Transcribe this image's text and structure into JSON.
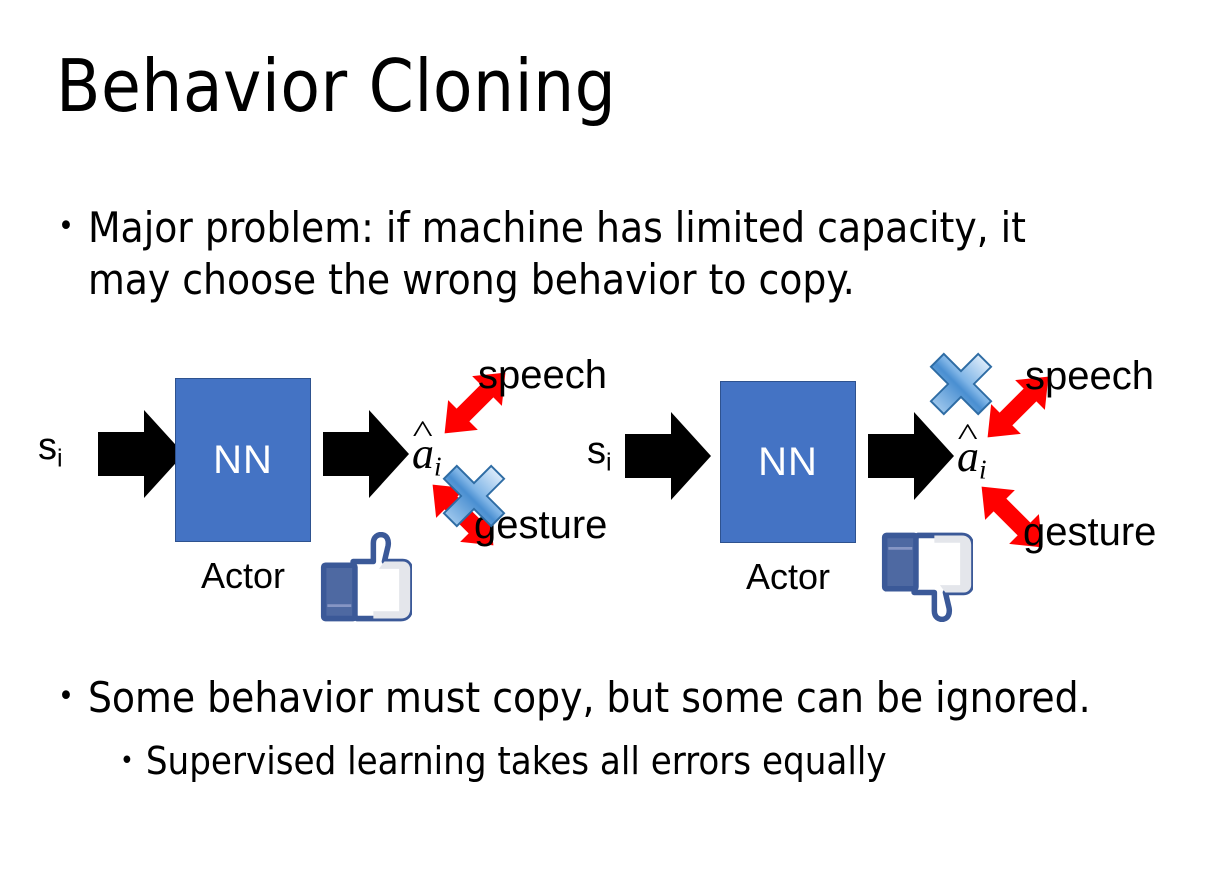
{
  "slide": {
    "title": "Behavior Cloning",
    "background_color": "#FFFFFF"
  },
  "bullets": {
    "top": {
      "marker": "•",
      "text": "Major problem: if machine has limited capacity, it may choose the wrong behavior to copy."
    },
    "bottom": [
      {
        "marker": "•",
        "level": 1,
        "text": "Some behavior must copy, but some can be ignored."
      },
      {
        "marker": "•",
        "level": 2,
        "text": "Supervised learning takes all errors equally"
      }
    ]
  },
  "colors": {
    "nn_box_fill": "#4473C4",
    "nn_box_border": "#2E528F",
    "arrow_black": "#000000",
    "arrow_red": "#FF0000",
    "cross_blue_light": "#BFD7F2",
    "cross_blue_mid": "#4A90D9",
    "cross_blue_dark": "#2E6CA4",
    "hand_blue": "#3B5998",
    "hand_fill": "#FFFFFF",
    "hand_shade": "#E4E6EB",
    "text_black": "#000000"
  },
  "diagrams": [
    {
      "id": "left",
      "state_label": "s",
      "state_subscript": "i",
      "nn_label": "NN",
      "nn_caption": "Actor",
      "action_label": "a",
      "action_subscript": "i",
      "branches": [
        {
          "name": "speech",
          "label": "speech",
          "direction": "up-right",
          "crossed_out": false
        },
        {
          "name": "gesture",
          "label": "gesture",
          "direction": "down-right",
          "crossed_out": true
        }
      ],
      "feedback_icon": "thumbs-up-icon",
      "feedback_meaning": "like"
    },
    {
      "id": "right",
      "state_label": "s",
      "state_subscript": "i",
      "nn_label": "NN",
      "nn_caption": "Actor",
      "action_label": "a",
      "action_subscript": "i",
      "branches": [
        {
          "name": "speech",
          "label": "speech",
          "direction": "up-right",
          "crossed_out": true
        },
        {
          "name": "gesture",
          "label": "gesture",
          "direction": "down-right",
          "crossed_out": false
        }
      ],
      "feedback_icon": "thumbs-down-icon",
      "feedback_meaning": "dislike"
    }
  ]
}
